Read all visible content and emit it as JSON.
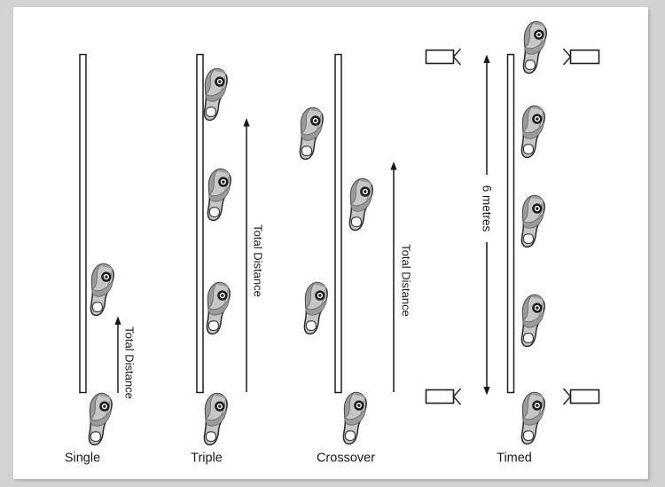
{
  "figure": {
    "tests": [
      {
        "id": "single",
        "label": "Single",
        "arrow_label": "Total Distance",
        "footprint_count": 2
      },
      {
        "id": "triple",
        "label": "Triple",
        "arrow_label": "Total Distance",
        "footprint_count": 4
      },
      {
        "id": "crossover",
        "label": "Crossover",
        "arrow_label": "Total Distance",
        "footprint_count": 4
      },
      {
        "id": "timed",
        "label": "Timed",
        "arrow_label": "6 metres",
        "footprint_count": 5,
        "timing_gate_count": 4
      }
    ],
    "colors": {
      "background": "#d2d2d2",
      "panel": "#ffffff",
      "footprint_fill": "#c6c6c6",
      "footprint_shade": "#9a9a9a",
      "line_stroke": "#1e1e1e"
    }
  }
}
